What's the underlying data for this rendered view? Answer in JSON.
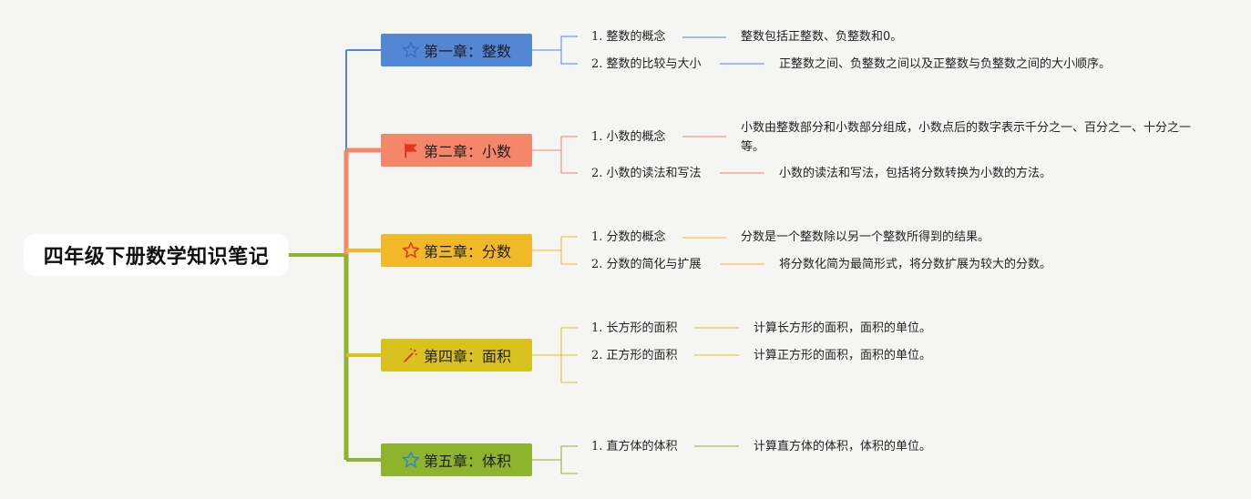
{
  "root": {
    "title": "四年级下册数学知识笔记"
  },
  "chapters": [
    {
      "title": "第一章：整数",
      "icon": "star-outline-icon",
      "color": "#5387d6",
      "topics": [
        {
          "num": "1.",
          "label": "整数的概念",
          "desc": "整数包括正整数、负整数和0。"
        },
        {
          "num": "2.",
          "label": "整数的比较与大小",
          "desc": "正整数之间、负整数之间以及正整数与负整数之间的大小顺序。"
        }
      ]
    },
    {
      "title": "第二章：小数",
      "icon": "flag-icon",
      "color": "#f4876a",
      "topics": [
        {
          "num": "1.",
          "label": "小数的概念",
          "desc": "小数由整数部分和小数部分组成，小数点后的数字表示千分之一、百分之一、十分之一等。"
        },
        {
          "num": "2.",
          "label": "小数的读法和写法",
          "desc": "小数的读法和写法，包括将分数转换为小数的方法。"
        }
      ]
    },
    {
      "title": "第三章：分数",
      "icon": "star-outline-icon",
      "color": "#f1b928",
      "topics": [
        {
          "num": "1.",
          "label": "分数的概念",
          "desc": "分数是一个整数除以另一个整数所得到的结果。"
        },
        {
          "num": "2.",
          "label": "分数的简化与扩展",
          "desc": "将分数化简为最简形式，将分数扩展为较大的分数。"
        }
      ]
    },
    {
      "title": "第四章：面积",
      "icon": "magic-wand-icon",
      "color": "#d9c21f",
      "topics": [
        {
          "num": "1.",
          "label": "长方形的面积",
          "desc": "计算长方形的面积，面积的单位。"
        },
        {
          "num": "2.",
          "label": "正方形的面积",
          "desc": "计算正方形的面积，面积的单位。"
        }
      ]
    },
    {
      "title": "第五章：体积",
      "icon": "star-outline-icon",
      "color": "#8db42c",
      "topics": [
        {
          "num": "1.",
          "label": "直方体的体积",
          "desc": "计算直方体的体积，体积的单位。"
        }
      ]
    }
  ]
}
